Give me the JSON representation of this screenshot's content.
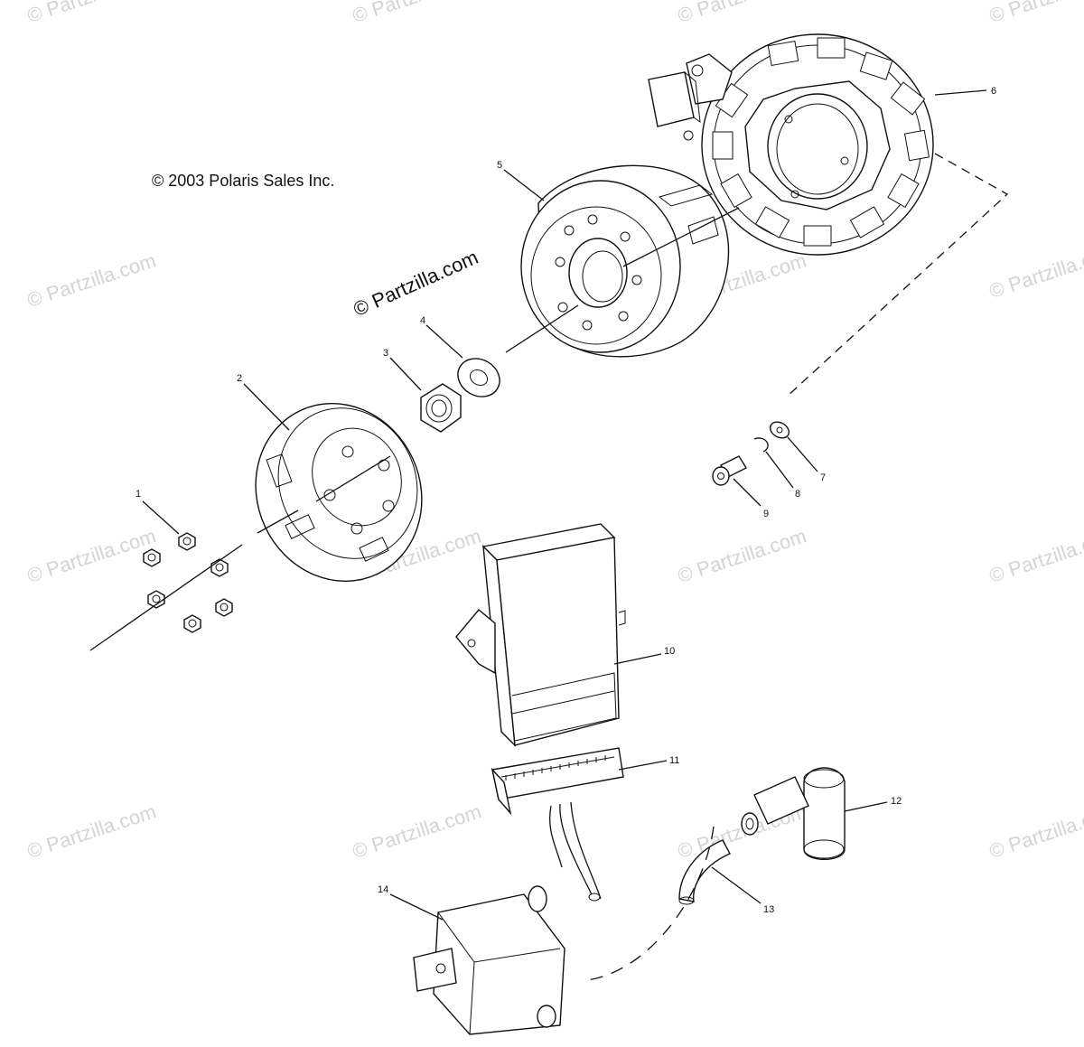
{
  "copyright": "© 2003 Polaris Sales Inc.",
  "watermark": "© Partzilla.com",
  "logo_text": "© Partzilla.com",
  "callouts": [
    "1",
    "2",
    "3",
    "4",
    "5",
    "6",
    "7",
    "8",
    "9",
    "10",
    "11",
    "12",
    "13",
    "14"
  ],
  "colors": {
    "line": "#111111",
    "watermark": "#d4d4d4",
    "background": "#ffffff"
  }
}
